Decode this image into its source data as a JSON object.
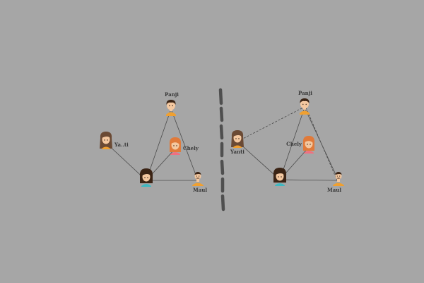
{
  "diagram": {
    "colors": {
      "background": "#a6a6a6",
      "edge": "#4a4a4a",
      "divider": "#4f4f4f",
      "skin": "#f4c8a0",
      "hair_dark": "#3b2415",
      "hair_brown": "#6b4a34",
      "hair_red": "#e07a3a",
      "shirt_orange": "#f0a030",
      "shirt_teal": "#40b8c0",
      "shirt_pink": "#f07080"
    },
    "left_network": {
      "nodes": [
        {
          "id": "panji",
          "label": "Panji",
          "avatar": "boy-avatar-icon"
        },
        {
          "id": "yanti",
          "label": "Ya..ti",
          "avatar": "long-hair-girl-avatar-icon"
        },
        {
          "id": "chely",
          "label": "Chely",
          "avatar": "red-hair-girl-avatar-icon"
        },
        {
          "id": "center",
          "label": "",
          "avatar": "dark-hair-girl-avatar-icon"
        },
        {
          "id": "maul",
          "label": "Maul",
          "avatar": "mustache-man-avatar-icon"
        }
      ],
      "edges": [
        {
          "from": "center",
          "to": "yanti",
          "style": "solid"
        },
        {
          "from": "center",
          "to": "panji",
          "style": "solid"
        },
        {
          "from": "center",
          "to": "chely",
          "style": "solid"
        },
        {
          "from": "center",
          "to": "maul",
          "style": "solid"
        },
        {
          "from": "panji",
          "to": "maul",
          "style": "solid"
        }
      ]
    },
    "right_network": {
      "nodes": [
        {
          "id": "panji",
          "label": "Panji",
          "avatar": "boy-avatar-icon"
        },
        {
          "id": "yanti",
          "label": "Yanti",
          "avatar": "long-hair-girl-avatar-icon"
        },
        {
          "id": "chely",
          "label": "Chely",
          "avatar": "red-hair-girl-avatar-icon"
        },
        {
          "id": "center",
          "label": "",
          "avatar": "dark-hair-girl-avatar-icon"
        },
        {
          "id": "maul",
          "label": "Maul",
          "avatar": "mustache-man-avatar-icon"
        }
      ],
      "edges": [
        {
          "from": "center",
          "to": "yanti",
          "style": "solid"
        },
        {
          "from": "center",
          "to": "panji",
          "style": "solid"
        },
        {
          "from": "center",
          "to": "chely",
          "style": "solid"
        },
        {
          "from": "center",
          "to": "maul",
          "style": "solid"
        },
        {
          "from": "panji",
          "to": "maul",
          "style": "solid"
        },
        {
          "from": "yanti",
          "to": "panji",
          "style": "dashed"
        },
        {
          "from": "panji",
          "to": "maul",
          "style": "dashed"
        }
      ]
    }
  }
}
